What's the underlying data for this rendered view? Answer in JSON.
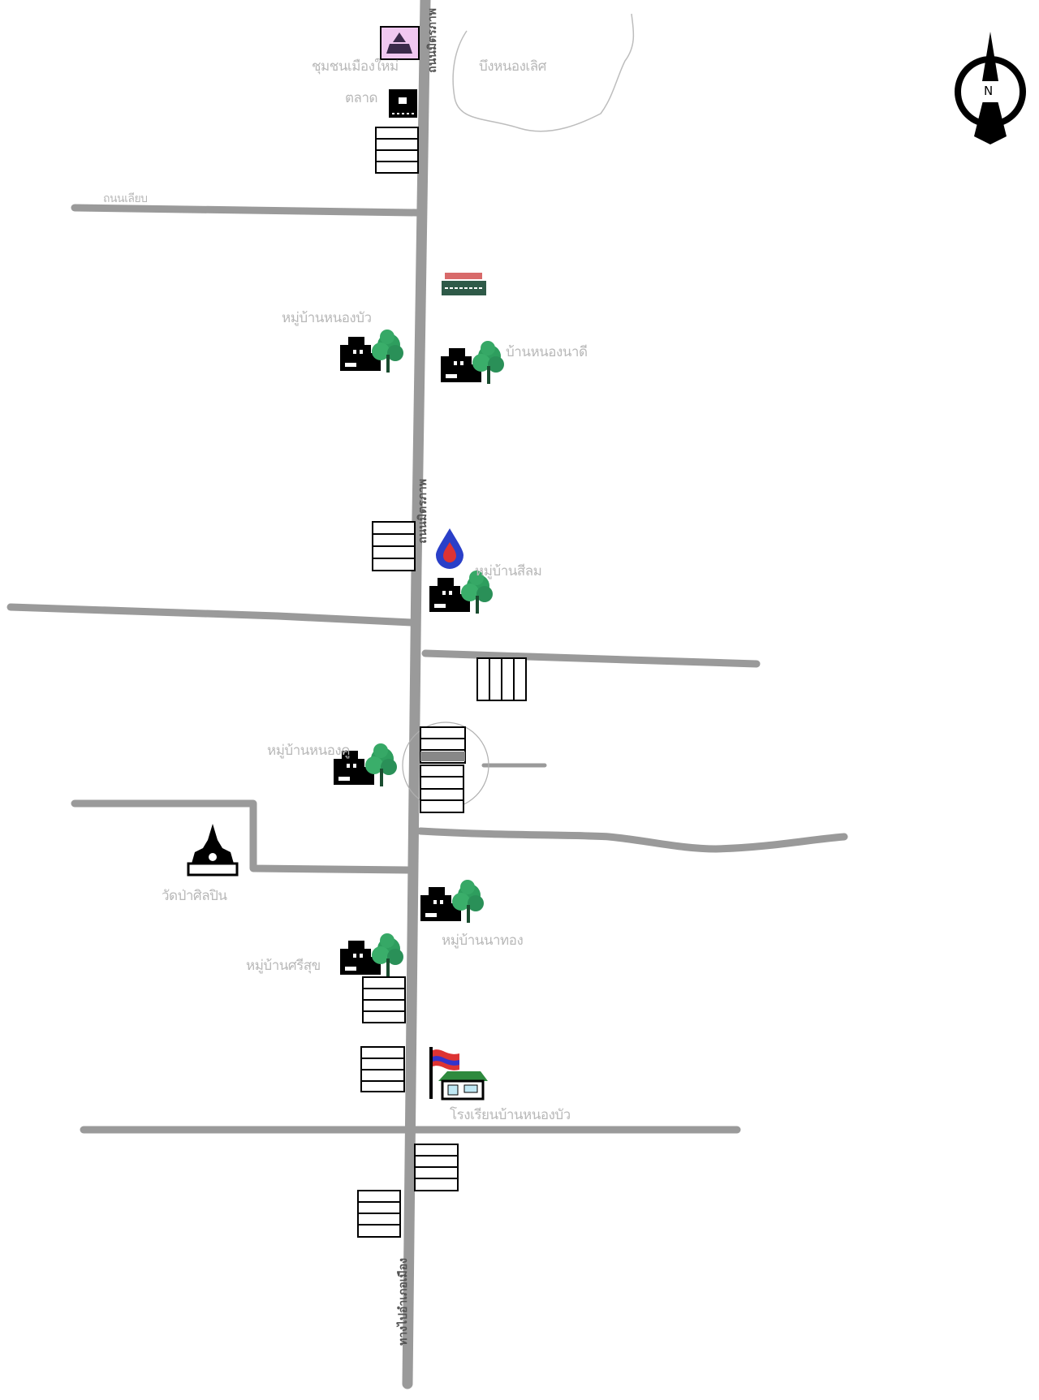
{
  "map": {
    "north_label": "N",
    "labels": {
      "community": "ชุมชนเมืองใหม่",
      "market": "ตลาด",
      "lake": "บึงหนองเลิศ",
      "side_road": "ถนนเลียบ",
      "village_1": "หมู่บ้านหนองบัว",
      "village_2": "บ้านหนองนาดี",
      "village_3": "หมู่บ้านสีลม",
      "village_4": "หมู่บ้านหนองคู",
      "temple": "วัดป่าศิลปิน",
      "village_5": "หมู่บ้านนาทอง",
      "village_6": "หมู่บ้านศรีสุข",
      "school": "โรงเรียนบ้านหนองบัว",
      "main_road_top": "ถนนมิตรภาพ",
      "main_road_mid": "ถนนมิตรภาพ",
      "main_road_bottom": "ทางไปอำเภอเมือง"
    },
    "colors": {
      "road": "#9a9a9a",
      "tree": "#2e9e5e",
      "temple_box": "#f0c8f0"
    }
  }
}
